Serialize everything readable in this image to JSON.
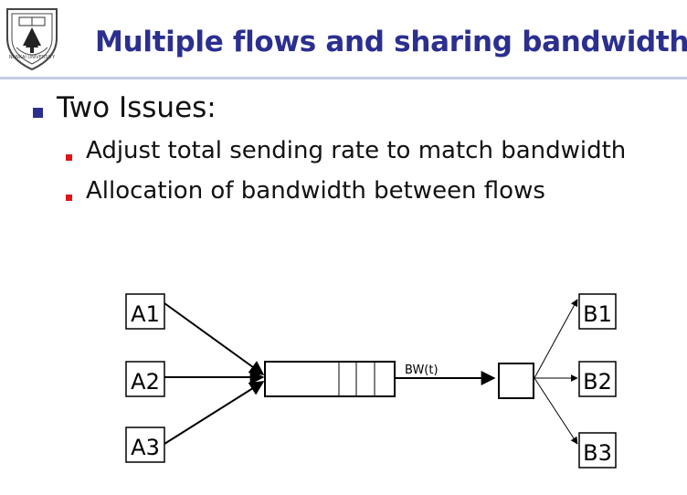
{
  "slide": {
    "title": "Multiple flows and sharing bandwidth",
    "bullet": "Two Issues:",
    "sub_bullets": [
      "Adjust total sending rate to match bandwidth",
      "Allocation of bandwidth between flows"
    ]
  },
  "diagram": {
    "sources": [
      "A1",
      "A2",
      "A3"
    ],
    "sinks": [
      "B1",
      "B2",
      "B3"
    ],
    "link_label": "BW(t)"
  },
  "colors": {
    "title": "#2b2f8f",
    "bullet_primary": "#2b2f8f",
    "bullet_secondary": "#e01515"
  }
}
